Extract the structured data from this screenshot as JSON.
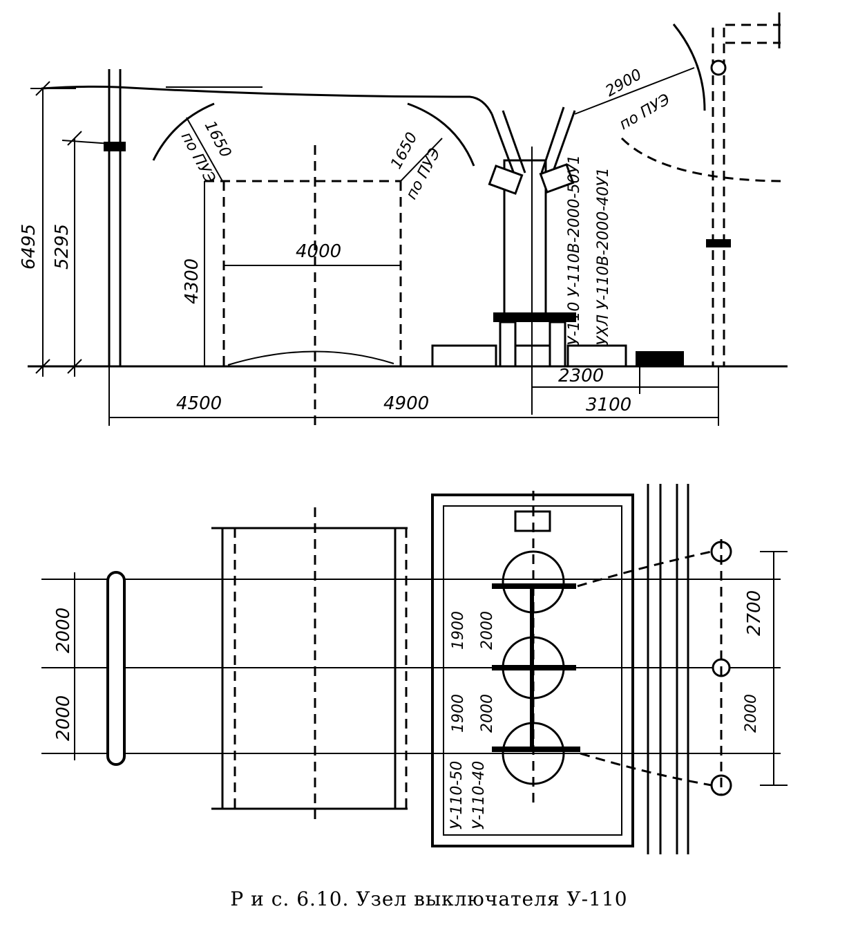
{
  "caption": "Р и с. 6.10. Узел выключателя У-110",
  "elevation": {
    "heights": [
      "6495",
      "5295",
      "4300"
    ],
    "clearances": [
      {
        "value": "1650",
        "note": "по ПУЭ"
      },
      {
        "value": "1650",
        "note": "по ПУЭ"
      },
      {
        "value": "2900",
        "note": "по ПУЭ"
      }
    ],
    "span": "4000",
    "base_dims": [
      "4500",
      "4900",
      "2300",
      "3100"
    ],
    "cable_labels": [
      "У-110 У-110В-2000-50У1",
      "УХЛ У-110В-2000-40У1"
    ]
  },
  "plan": {
    "left_dims": [
      "2000",
      "2000"
    ],
    "inner_dims": [
      "1900",
      "2000",
      "1900",
      "2000"
    ],
    "right_dims": [
      "2700",
      "2000"
    ],
    "type_labels": [
      "У-110-50",
      "У-110-40"
    ]
  }
}
